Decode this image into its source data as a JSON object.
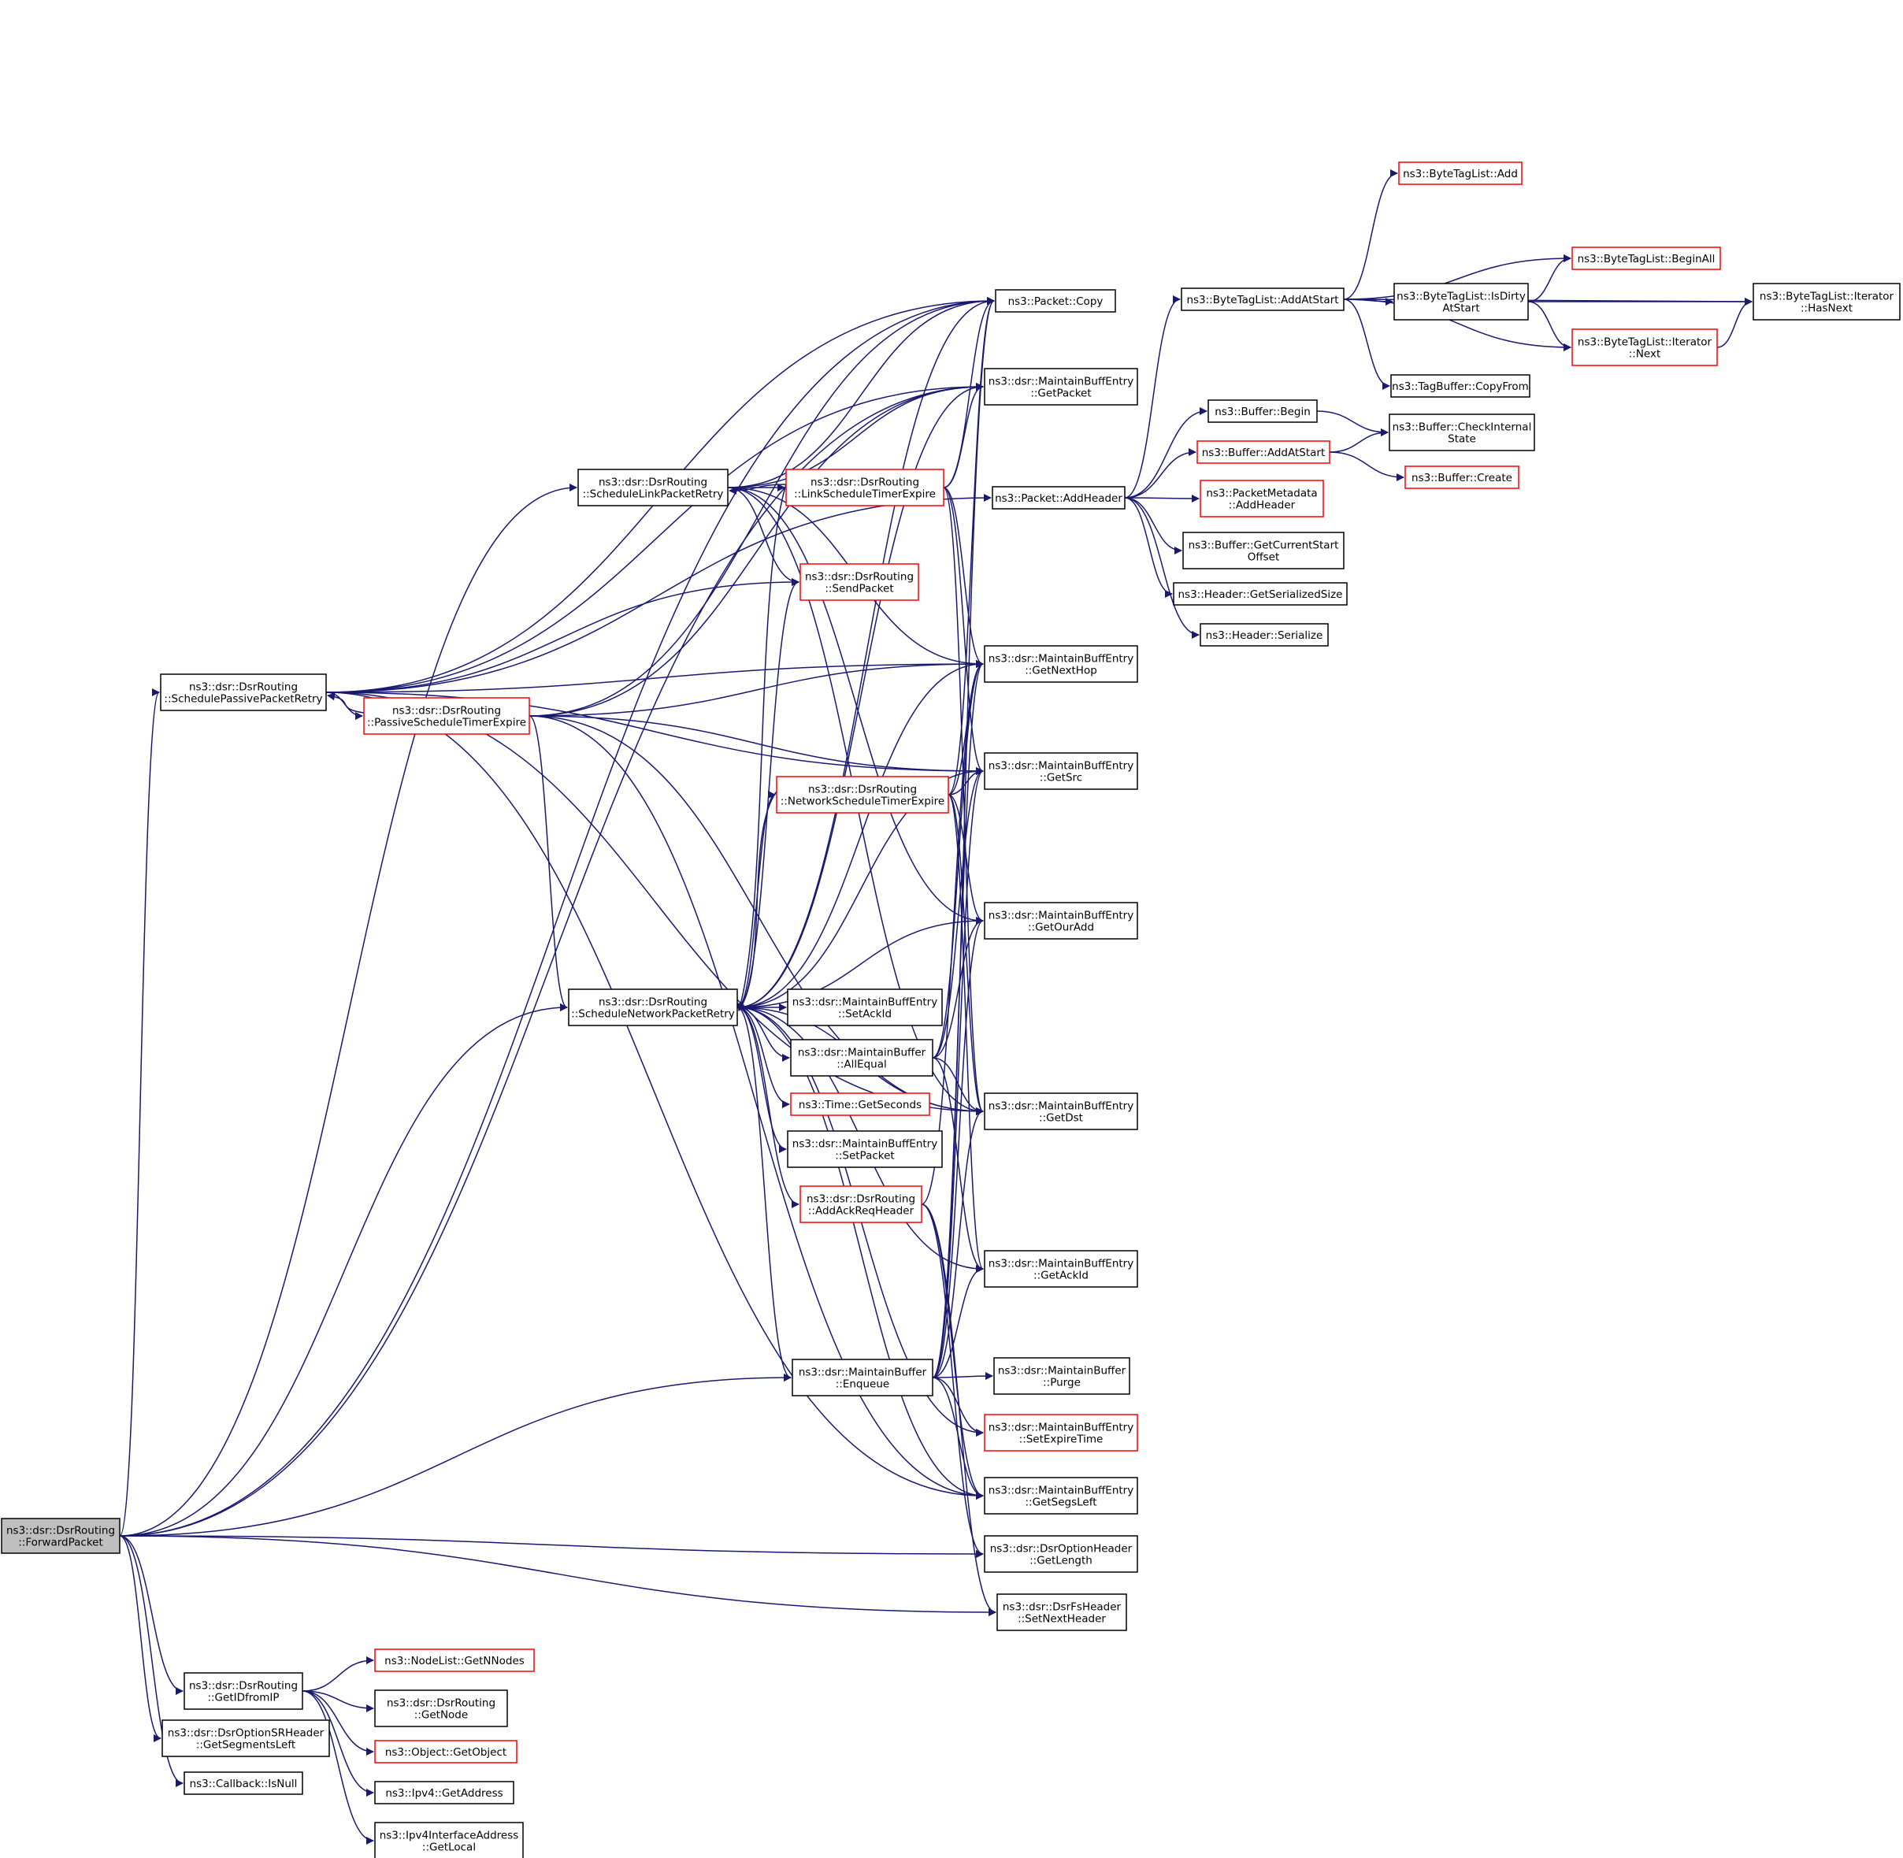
{
  "colors": {
    "edge": "#191970",
    "border_normal": "#000000",
    "border_truncated": "#ff0000",
    "root_fill": "#bfbfbf",
    "node_fill": "#ffffff"
  },
  "nodes": [
    {
      "id": "forward",
      "lines": [
        "ns3::dsr::DsrRouting",
        "::ForwardPacket"
      ],
      "border": "root"
    },
    {
      "id": "spassive",
      "lines": [
        "ns3::dsr::DsrRouting",
        "::SchedulePassivePacketRetry"
      ],
      "border": "normal"
    },
    {
      "id": "pexpire",
      "lines": [
        "ns3::dsr::DsrRouting",
        "::PassiveScheduleTimerExpire"
      ],
      "border": "truncated"
    },
    {
      "id": "slink",
      "lines": [
        "ns3::dsr::DsrRouting",
        "::ScheduleLinkPacketRetry"
      ],
      "border": "normal"
    },
    {
      "id": "lexpire",
      "lines": [
        "ns3::dsr::DsrRouting",
        "::LinkScheduleTimerExpire"
      ],
      "border": "truncated"
    },
    {
      "id": "sendpkt",
      "lines": [
        "ns3::dsr::DsrRouting",
        "::SendPacket"
      ],
      "border": "truncated"
    },
    {
      "id": "nexpire",
      "lines": [
        "ns3::dsr::DsrRouting",
        "::NetworkScheduleTimerExpire"
      ],
      "border": "truncated"
    },
    {
      "id": "snet",
      "lines": [
        "ns3::dsr::DsrRouting",
        "::ScheduleNetworkPacketRetry"
      ],
      "border": "normal"
    },
    {
      "id": "setackid",
      "lines": [
        "ns3::dsr::MaintainBuffEntry",
        "::SetAckId"
      ],
      "border": "normal"
    },
    {
      "id": "allequal",
      "lines": [
        "ns3::dsr::MaintainBuffer",
        "::AllEqual"
      ],
      "border": "normal"
    },
    {
      "id": "getsecs",
      "lines": [
        "ns3::Time::GetSeconds"
      ],
      "border": "truncated"
    },
    {
      "id": "setpacket",
      "lines": [
        "ns3::dsr::MaintainBuffEntry",
        "::SetPacket"
      ],
      "border": "normal"
    },
    {
      "id": "addack",
      "lines": [
        "ns3::dsr::DsrRouting",
        "::AddAckReqHeader"
      ],
      "border": "truncated"
    },
    {
      "id": "enqueue",
      "lines": [
        "ns3::dsr::MaintainBuffer",
        "::Enqueue"
      ],
      "border": "normal"
    },
    {
      "id": "copy",
      "lines": [
        "ns3::Packet::Copy"
      ],
      "border": "normal"
    },
    {
      "id": "getpacket",
      "lines": [
        "ns3::dsr::MaintainBuffEntry",
        "::GetPacket"
      ],
      "border": "normal"
    },
    {
      "id": "addheader",
      "lines": [
        "ns3::Packet::AddHeader"
      ],
      "border": "normal"
    },
    {
      "id": "getnexthop",
      "lines": [
        "ns3::dsr::MaintainBuffEntry",
        "::GetNextHop"
      ],
      "border": "normal"
    },
    {
      "id": "getsrc",
      "lines": [
        "ns3::dsr::MaintainBuffEntry",
        "::GetSrc"
      ],
      "border": "normal"
    },
    {
      "id": "getouradd",
      "lines": [
        "ns3::dsr::MaintainBuffEntry",
        "::GetOurAdd"
      ],
      "border": "normal"
    },
    {
      "id": "getdst",
      "lines": [
        "ns3::dsr::MaintainBuffEntry",
        "::GetDst"
      ],
      "border": "normal"
    },
    {
      "id": "getackid",
      "lines": [
        "ns3::dsr::MaintainBuffEntry",
        "::GetAckId"
      ],
      "border": "normal"
    },
    {
      "id": "purge",
      "lines": [
        "ns3::dsr::MaintainBuffer",
        "::Purge"
      ],
      "border": "normal"
    },
    {
      "id": "setexpire",
      "lines": [
        "ns3::dsr::MaintainBuffEntry",
        "::SetExpireTime"
      ],
      "border": "truncated"
    },
    {
      "id": "getsegsleft",
      "lines": [
        "ns3::dsr::MaintainBuffEntry",
        "::GetSegsLeft"
      ],
      "border": "normal"
    },
    {
      "id": "optlength",
      "lines": [
        "ns3::dsr::DsrOptionHeader",
        "::GetLength"
      ],
      "border": "normal"
    },
    {
      "id": "fsnext",
      "lines": [
        "ns3::dsr::DsrFsHeader",
        "::SetNextHeader"
      ],
      "border": "normal"
    },
    {
      "id": "btladdstart",
      "lines": [
        "ns3::ByteTagList::AddAtStart"
      ],
      "border": "normal"
    },
    {
      "id": "btladd",
      "lines": [
        "ns3::ByteTagList::Add"
      ],
      "border": "truncated"
    },
    {
      "id": "btlbegin",
      "lines": [
        "ns3::ByteTagList::BeginAll"
      ],
      "border": "truncated"
    },
    {
      "id": "btlisdirty",
      "lines": [
        "ns3::ByteTagList::IsDirty",
        "AtStart"
      ],
      "border": "normal"
    },
    {
      "id": "btlhasnext",
      "lines": [
        "ns3::ByteTagList::Iterator",
        "::HasNext"
      ],
      "border": "normal"
    },
    {
      "id": "btlnext",
      "lines": [
        "ns3::ByteTagList::Iterator",
        "::Next"
      ],
      "border": "truncated"
    },
    {
      "id": "tagcopy",
      "lines": [
        "ns3::TagBuffer::CopyFrom"
      ],
      "border": "normal"
    },
    {
      "id": "bufbegin",
      "lines": [
        "ns3::Buffer::Begin"
      ],
      "border": "normal"
    },
    {
      "id": "bufcheck",
      "lines": [
        "ns3::Buffer::CheckInternal",
        "State"
      ],
      "border": "normal"
    },
    {
      "id": "bufaddstart",
      "lines": [
        "ns3::Buffer::AddAtStart"
      ],
      "border": "truncated"
    },
    {
      "id": "bufcreate",
      "lines": [
        "ns3::Buffer::Create"
      ],
      "border": "truncated"
    },
    {
      "id": "pmaddheader",
      "lines": [
        "ns3::PacketMetadata",
        "::AddHeader"
      ],
      "border": "truncated"
    },
    {
      "id": "bufcurstart",
      "lines": [
        "ns3::Buffer::GetCurrentStart",
        "Offset"
      ],
      "border": "normal"
    },
    {
      "id": "hdrsize",
      "lines": [
        "ns3::Header::GetSerializedSize"
      ],
      "border": "normal"
    },
    {
      "id": "hdrserialize",
      "lines": [
        "ns3::Header::Serialize"
      ],
      "border": "normal"
    },
    {
      "id": "getidfromip",
      "lines": [
        "ns3::dsr::DsrRouting",
        "::GetIDfromIP"
      ],
      "border": "normal"
    },
    {
      "id": "srsegsleft",
      "lines": [
        "ns3::dsr::DsrOptionSRHeader",
        "::GetSegmentsLeft"
      ],
      "border": "normal"
    },
    {
      "id": "cbisnull",
      "lines": [
        "ns3::Callback::IsNull"
      ],
      "border": "normal"
    },
    {
      "id": "getnnodes",
      "lines": [
        "ns3::NodeList::GetNNodes"
      ],
      "border": "truncated"
    },
    {
      "id": "getnode",
      "lines": [
        "ns3::dsr::DsrRouting",
        "::GetNode"
      ],
      "border": "normal"
    },
    {
      "id": "getobject",
      "lines": [
        "ns3::Object::GetObject"
      ],
      "border": "truncated"
    },
    {
      "id": "ipv4addr",
      "lines": [
        "ns3::Ipv4::GetAddress"
      ],
      "border": "normal"
    },
    {
      "id": "ipv4local",
      "lines": [
        "ns3::Ipv4InterfaceAddress",
        "::GetLocal"
      ],
      "border": "normal"
    }
  ],
  "edges": [
    [
      "forward",
      "copy"
    ],
    [
      "forward",
      "getpacket"
    ],
    [
      "forward",
      "slink"
    ],
    [
      "forward",
      "spassive"
    ],
    [
      "forward",
      "snet"
    ],
    [
      "forward",
      "enqueue"
    ],
    [
      "forward",
      "optlength"
    ],
    [
      "forward",
      "fsnext"
    ],
    [
      "forward",
      "getidfromip"
    ],
    [
      "forward",
      "srsegsleft"
    ],
    [
      "forward",
      "cbisnull"
    ],
    [
      "spassive",
      "pexpire"
    ],
    [
      "spassive",
      "copy"
    ],
    [
      "spassive",
      "getpacket"
    ],
    [
      "spassive",
      "sendpkt"
    ],
    [
      "spassive",
      "getnexthop"
    ],
    [
      "spassive",
      "getsrc"
    ],
    [
      "spassive",
      "getdst"
    ],
    [
      "spassive",
      "getsegsleft"
    ],
    [
      "pexpire",
      "spassive"
    ],
    [
      "pexpire",
      "getnexthop"
    ],
    [
      "pexpire",
      "getsrc"
    ],
    [
      "pexpire",
      "copy"
    ],
    [
      "pexpire",
      "getpacket"
    ],
    [
      "pexpire",
      "snet"
    ],
    [
      "pexpire",
      "getdst"
    ],
    [
      "pexpire",
      "getsegsleft"
    ],
    [
      "slink",
      "lexpire"
    ],
    [
      "slink",
      "copy"
    ],
    [
      "slink",
      "getpacket"
    ],
    [
      "slink",
      "sendpkt"
    ],
    [
      "slink",
      "getnexthop"
    ],
    [
      "slink",
      "getouradd"
    ],
    [
      "slink",
      "getdst"
    ],
    [
      "lexpire",
      "slink"
    ],
    [
      "lexpire",
      "copy"
    ],
    [
      "lexpire",
      "getpacket"
    ],
    [
      "lexpire",
      "getnexthop"
    ],
    [
      "lexpire",
      "getsrc"
    ],
    [
      "lexpire",
      "snet"
    ],
    [
      "lexpire",
      "getdst"
    ],
    [
      "nexpire",
      "snet"
    ],
    [
      "nexpire",
      "getnexthop"
    ],
    [
      "nexpire",
      "getsrc"
    ],
    [
      "nexpire",
      "getouradd"
    ],
    [
      "nexpire",
      "getdst"
    ],
    [
      "nexpire",
      "copy"
    ],
    [
      "nexpire",
      "getackid"
    ],
    [
      "snet",
      "setackid"
    ],
    [
      "snet",
      "allequal"
    ],
    [
      "snet",
      "getsecs"
    ],
    [
      "snet",
      "setpacket"
    ],
    [
      "snet",
      "addack"
    ],
    [
      "snet",
      "enqueue"
    ],
    [
      "snet",
      "copy"
    ],
    [
      "snet",
      "getpacket"
    ],
    [
      "snet",
      "sendpkt"
    ],
    [
      "snet",
      "nexpire"
    ],
    [
      "snet",
      "getnexthop"
    ],
    [
      "snet",
      "getsrc"
    ],
    [
      "snet",
      "getouradd"
    ],
    [
      "snet",
      "getdst"
    ],
    [
      "snet",
      "getackid"
    ],
    [
      "snet",
      "setexpire"
    ],
    [
      "snet",
      "getsegsleft"
    ],
    [
      "allequal",
      "getnexthop"
    ],
    [
      "allequal",
      "getsrc"
    ],
    [
      "allequal",
      "getouradd"
    ],
    [
      "allequal",
      "getdst"
    ],
    [
      "allequal",
      "getackid"
    ],
    [
      "addack",
      "getnexthop"
    ],
    [
      "addack",
      "getsegsleft"
    ],
    [
      "addack",
      "fsnext"
    ],
    [
      "addack",
      "optlength"
    ],
    [
      "enqueue",
      "purge"
    ],
    [
      "enqueue",
      "copy"
    ],
    [
      "enqueue",
      "getnexthop"
    ],
    [
      "enqueue",
      "getsrc"
    ],
    [
      "enqueue",
      "getouradd"
    ],
    [
      "enqueue",
      "getdst"
    ],
    [
      "enqueue",
      "getackid"
    ],
    [
      "enqueue",
      "setexpire"
    ],
    [
      "enqueue",
      "getsegsleft"
    ],
    [
      "addheader",
      "btladdstart"
    ],
    [
      "addheader",
      "bufbegin"
    ],
    [
      "addheader",
      "bufaddstart"
    ],
    [
      "addheader",
      "pmaddheader"
    ],
    [
      "addheader",
      "bufcurstart"
    ],
    [
      "addheader",
      "hdrsize"
    ],
    [
      "addheader",
      "hdrserialize"
    ],
    [
      "spassive",
      "addheader"
    ],
    [
      "btladdstart",
      "btladd"
    ],
    [
      "btladdstart",
      "btlbegin"
    ],
    [
      "btladdstart",
      "btlisdirty"
    ],
    [
      "btladdstart",
      "btlhasnext"
    ],
    [
      "btladdstart",
      "btlnext"
    ],
    [
      "btladdstart",
      "tagcopy"
    ],
    [
      "btlisdirty",
      "btlbegin"
    ],
    [
      "btlisdirty",
      "btlhasnext"
    ],
    [
      "btlisdirty",
      "btlnext"
    ],
    [
      "btlnext",
      "btlhasnext"
    ],
    [
      "bufbegin",
      "bufcheck"
    ],
    [
      "bufaddstart",
      "bufcheck"
    ],
    [
      "bufaddstart",
      "bufcreate"
    ],
    [
      "getidfromip",
      "getnnodes"
    ],
    [
      "getidfromip",
      "getnode"
    ],
    [
      "getidfromip",
      "getobject"
    ],
    [
      "getidfromip",
      "ipv4addr"
    ],
    [
      "getidfromip",
      "ipv4local"
    ]
  ]
}
